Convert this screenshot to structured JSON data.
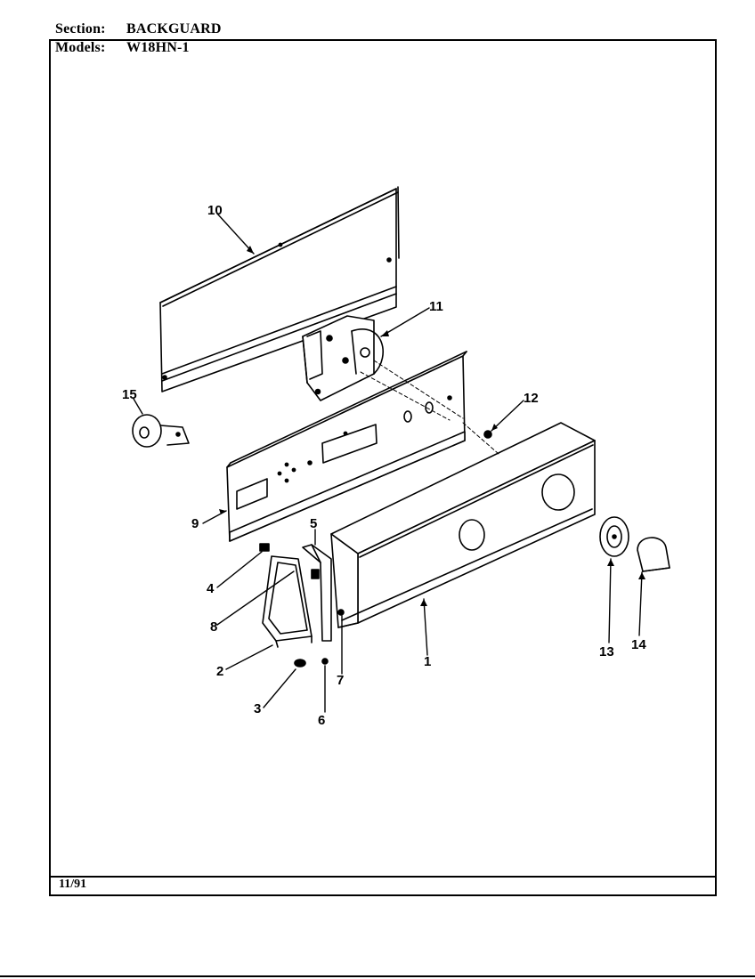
{
  "header": {
    "section_label": "Section:",
    "section_value": "BACKGUARD",
    "models_label": "Models:",
    "models_value": "W18HN-1"
  },
  "footer": {
    "date": "11/91"
  },
  "callouts": [
    {
      "id": "1",
      "label": "1"
    },
    {
      "id": "2",
      "label": "2"
    },
    {
      "id": "3",
      "label": "3"
    },
    {
      "id": "4",
      "label": "4"
    },
    {
      "id": "5",
      "label": "5"
    },
    {
      "id": "6",
      "label": "6"
    },
    {
      "id": "7",
      "label": "7"
    },
    {
      "id": "8",
      "label": "8"
    },
    {
      "id": "9",
      "label": "9"
    },
    {
      "id": "10",
      "label": "10"
    },
    {
      "id": "11",
      "label": "11"
    },
    {
      "id": "12",
      "label": "12"
    },
    {
      "id": "13",
      "label": "13"
    },
    {
      "id": "14",
      "label": "14"
    },
    {
      "id": "15",
      "label": "15"
    }
  ]
}
